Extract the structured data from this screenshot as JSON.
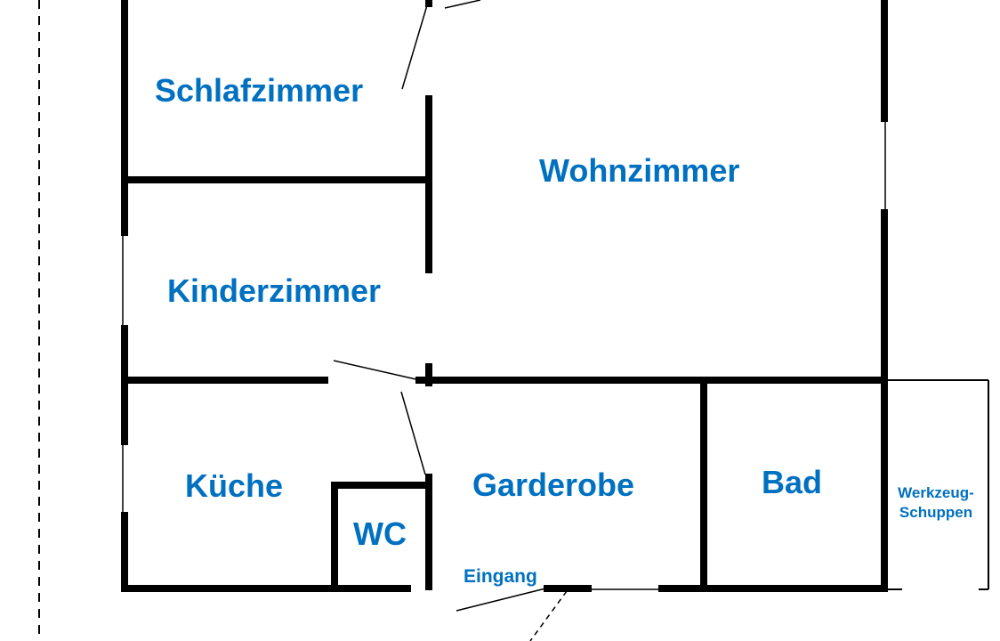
{
  "title": "Grundriss Wohnung",
  "accent_color": "#0070c0",
  "wall_color": "#000000",
  "rooms": {
    "schlafzimmer": "Schlafzimmer",
    "wohnzimmer": "Wohnzimmer",
    "kinderzimmer": "Kinderzimmer",
    "kueche": "Küche",
    "wc": "WC",
    "garderobe": "Garderobe",
    "bad": "Bad",
    "schuppen_line1": "Werkzeug-",
    "schuppen_line2": "Schuppen"
  },
  "entrance": "Eingang"
}
